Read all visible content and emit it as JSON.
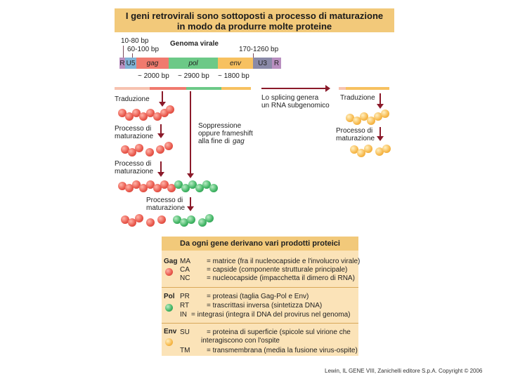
{
  "title": {
    "line1": "I geni retrovirali sono sottoposti a processo di maturazione",
    "line2": "in modo da produrre molte proteine"
  },
  "genome": {
    "label": "Genoma virale",
    "bp_10_80": "10-80 bp",
    "bp_60_100": "60-100 bp",
    "bp_170_1260": "170-1260 bp",
    "segments": {
      "r_left": "R",
      "u5": "U5",
      "gag": "gag",
      "pol": "pol",
      "env": "env",
      "u3": "U3",
      "r_right": "R"
    },
    "sizes": {
      "gag": "~ 2000 bp",
      "pol": "~ 2900 bp",
      "env": "~ 1800 bp"
    }
  },
  "flow": {
    "traduzione_left": "Traduzione",
    "processo1": "Processo di\nmaturazione",
    "processo2": "Processo di\nmaturazione",
    "processo3": "Processo di\nmaturazione",
    "soppressione": "Soppressione\noppure frameshift\nalla fine di",
    "soppressione_gag": "gag",
    "splicing": "Lo splicing genera\nun RNA subgenomico",
    "traduzione_right": "Traduzione",
    "processo_right": "Processo di\nmaturazione"
  },
  "table": {
    "header": "Da ogni gene derivano vari prodotti proteici",
    "groups": [
      {
        "gene": "Gag",
        "color": "#e8564a",
        "rows": [
          {
            "abbr": "MA",
            "desc": "= matrice (fra il nucleocapside e l'involucro virale)"
          },
          {
            "abbr": "CA",
            "desc": "= capside (componente strutturale principale)"
          },
          {
            "abbr": "NC",
            "desc": "= nucleocapside (impacchetta il dimero di RNA)"
          }
        ]
      },
      {
        "gene": "Pol",
        "color": "#3fb463",
        "rows": [
          {
            "abbr": "PR",
            "desc": "= proteasi (taglia Gag-Pol e Env)"
          },
          {
            "abbr": "RT",
            "desc": "= trascrittasi inversa (sintetizza DNA)"
          },
          {
            "abbr": "IN",
            "desc": "= integrasi (integra il DNA del provirus nel genoma)"
          }
        ]
      },
      {
        "gene": "Env",
        "color": "#f7b84a",
        "rows": [
          {
            "abbr": "SU",
            "desc": "= proteina di superficie (spicole sul virione che"
          },
          {
            "abbr": "",
            "desc": "interagiscono con l'ospite"
          },
          {
            "abbr": "TM",
            "desc": "= transmembrana (media la fusione virus-ospite)"
          }
        ]
      }
    ]
  },
  "credit": "Lewin, IL GENE VIII, Zanichelli editore S.p.A. Copyright © 2006",
  "colors": {
    "gag": "#f07a6e",
    "pol": "#6cc987",
    "env": "#f7c160",
    "u3": "#8a8aa8",
    "r": "#b98fc0",
    "u5": "#7fb3d6",
    "arrow": "#8b1a2a"
  }
}
